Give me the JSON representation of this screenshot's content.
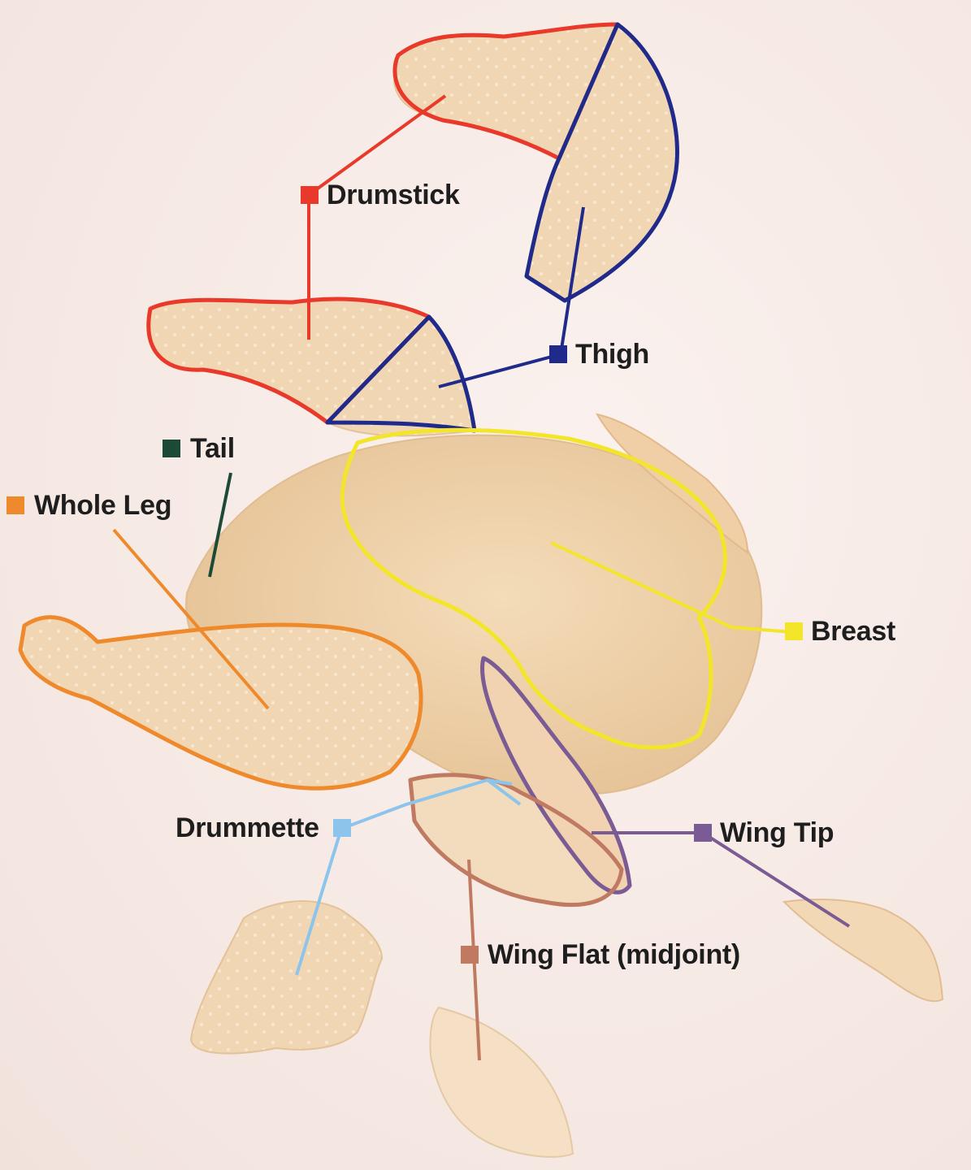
{
  "labels": {
    "drumstick": "Drumstick",
    "thigh": "Thigh",
    "tail": "Tail",
    "whole_leg": "Whole Leg",
    "breast": "Breast",
    "drummette": "Drummette",
    "wing_tip": "Wing Tip",
    "wing_flat": "Wing Flat (midjoint)"
  },
  "colors": {
    "drumstick": "#e8392a",
    "thigh": "#1f2a8a",
    "tail": "#1d4a36",
    "whole_leg": "#ee8a2c",
    "breast": "#f3e62a",
    "drummette": "#8cc4ec",
    "wing_tip": "#7a5b94",
    "wing_flat": "#c07a62",
    "meat": "#f0d3ae",
    "meat_shade": "#e2bb8e"
  }
}
